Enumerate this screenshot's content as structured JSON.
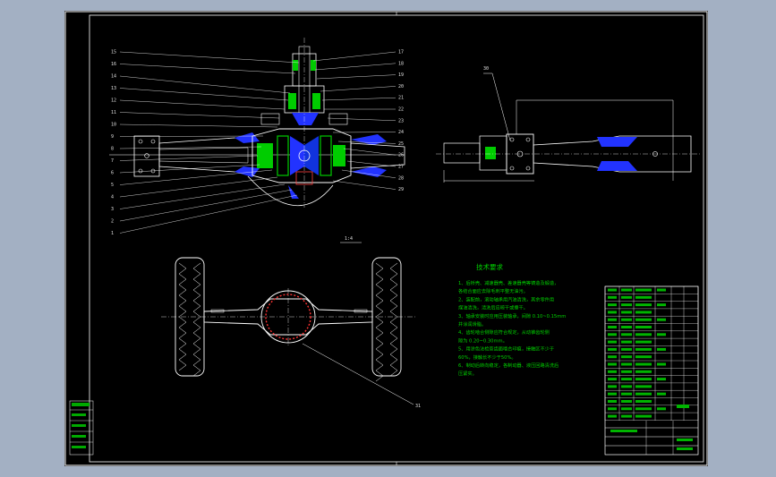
{
  "drawing": {
    "scale_label": "1:4",
    "tech_title": "技术要求",
    "tech_lines": [
      "1、后桥壳、减速器壳、差速器壳等铸造及锻造，",
      "  各结合面应去除毛刺平整无油污。",
      "2、装配前，滚动轴承用汽油清洗，其余零件用",
      "  煤油清洗，清洗后应晾干或擦干。",
      "3、轴承安装时应用压装轴承，间隙 0.10~0.15mm",
      "  并涂润滑脂。",
      "4、齿轮啮合侧隙应符合规定，从动锥齿轮侧",
      "  隙为 0.20~0.30mm。",
      "5、用涂色法检查齿面啮合印痕，接触区不少于",
      "  60%，接触长不少于50%。",
      "6、制动后转向稳定，各制动器、液压回路清洗后",
      "  压紧实。"
    ],
    "part_numbers_left": [
      "15",
      "16",
      "14",
      "13",
      "12",
      "11",
      "10",
      "9",
      "8",
      "7",
      "6",
      "5",
      "4",
      "3",
      "2",
      "1"
    ],
    "part_numbers_right": [
      "17",
      "18",
      "19",
      "20",
      "21",
      "22",
      "23",
      "24",
      "25",
      "26",
      "27",
      "28",
      "29"
    ],
    "side_number": "30",
    "housing_number": "31",
    "colors": {
      "sheet": "#000000",
      "border": "#ffffff",
      "part": "#00cc00",
      "highlight": "#0000ff",
      "hatch": "#ff3333",
      "text": "#ffffff",
      "annotation": "#00d200"
    }
  }
}
